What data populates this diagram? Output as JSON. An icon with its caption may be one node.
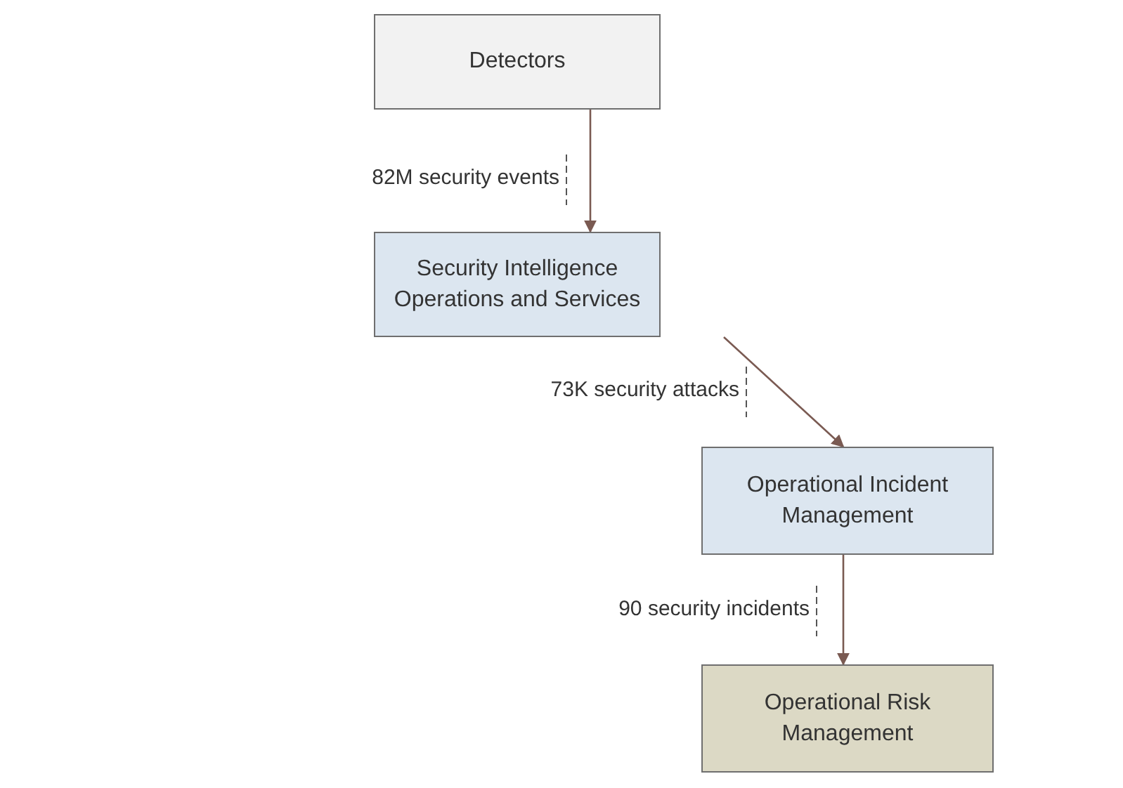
{
  "diagram": {
    "nodes": [
      {
        "text": [
          "Detectors"
        ]
      },
      {
        "text": [
          "Security Intelligence Operations and Services"
        ]
      },
      {
        "text": [
          "Operational Incident Management"
        ]
      },
      {
        "text": [
          "Operational Risk Management"
        ]
      }
    ],
    "edges": [
      {
        "from": 0,
        "to": 1,
        "arrow": "to",
        "label": "82M security events"
      },
      {
        "from": 1,
        "to": 2,
        "arrow": "to",
        "label": "73K security attacks"
      },
      {
        "from": 2,
        "to": 3,
        "arrow": "to",
        "label": "90 security incidents"
      }
    ]
  }
}
